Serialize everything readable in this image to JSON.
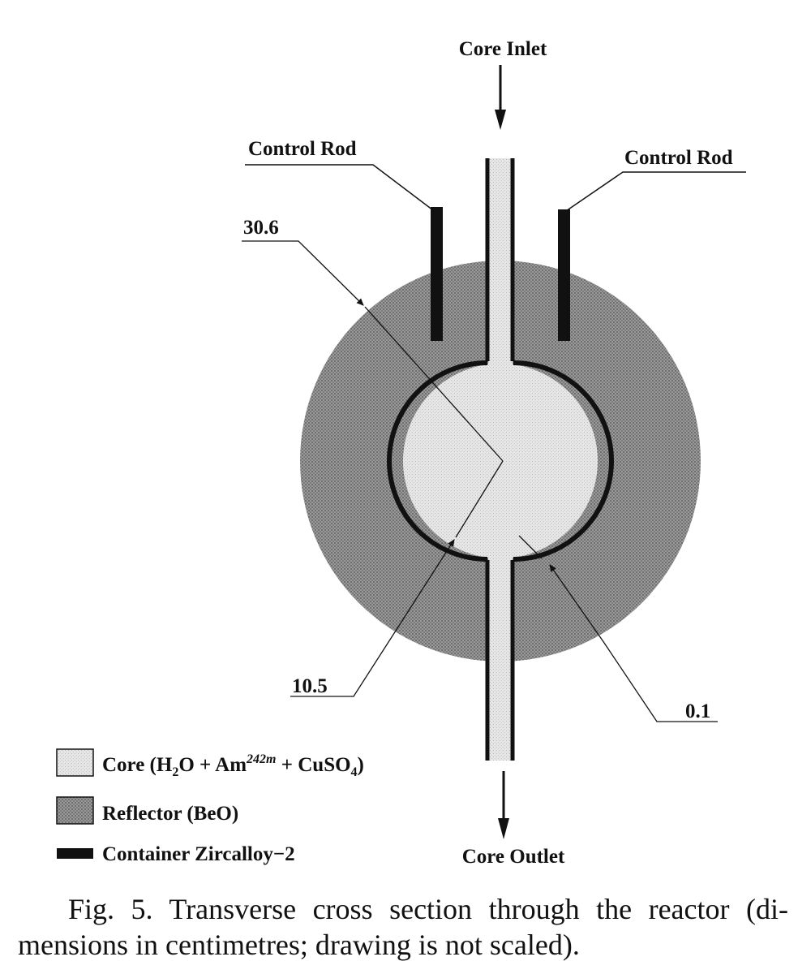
{
  "labels": {
    "core_inlet": "Core Inlet",
    "core_outlet": "Core Outlet",
    "control_rod_left": "Control Rod",
    "control_rod_right": "Control Rod",
    "dim_outer_radius": "30.6",
    "dim_core_radius": "10.5",
    "dim_wall": "0.1"
  },
  "legend": [
    {
      "name": "core",
      "text_main": "Core (H",
      "sub1": "2",
      "text_mid": "O + Am",
      "sup": "242m",
      "text_after": " + CuSO",
      "sub2": "4",
      "text_end": ")"
    },
    {
      "name": "reflector",
      "text": "Reflector (BeO)"
    },
    {
      "name": "container",
      "text": "Container Zircalloy−2"
    }
  ],
  "caption": {
    "line1": "Fig. 5.  Transverse cross section through the reactor (di-",
    "line2": "mensions in centimetres; drawing is not scaled)."
  },
  "colors": {
    "reflector": "#8c8c8c",
    "core": "#dcdcdc",
    "container": "#111111"
  }
}
